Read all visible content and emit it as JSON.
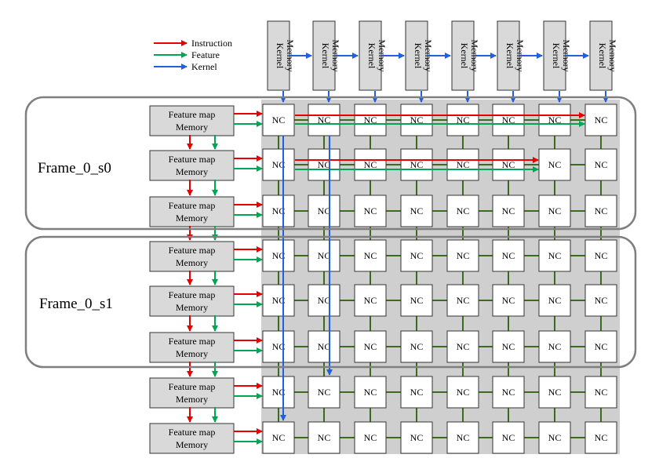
{
  "legend": [
    {
      "label": "Instruction",
      "color": "#e60000"
    },
    {
      "label": "Feature",
      "color": "#00a651"
    },
    {
      "label": "Kernel",
      "color": "#1f5fe0"
    }
  ],
  "kernel_memory": {
    "line1": "Kernel",
    "line2": "Memory",
    "count": 8
  },
  "feature_memory": {
    "line1": "Feature map",
    "line2": "Memory",
    "count": 8
  },
  "nc_label": "NC",
  "grid": {
    "rows": 8,
    "cols": 8
  },
  "frames": [
    {
      "label": "Frame_0_s0"
    },
    {
      "label": "Frame_0_s1"
    }
  ],
  "colors": {
    "instruction": "#e60000",
    "feature": "#00a651",
    "kernel": "#1f5fe0",
    "mesh_link": "#3d6b1e",
    "box_fill": "#d9d9d9",
    "grid_bg": "#cfcfcf",
    "frame_stroke": "#7f7f7f"
  }
}
